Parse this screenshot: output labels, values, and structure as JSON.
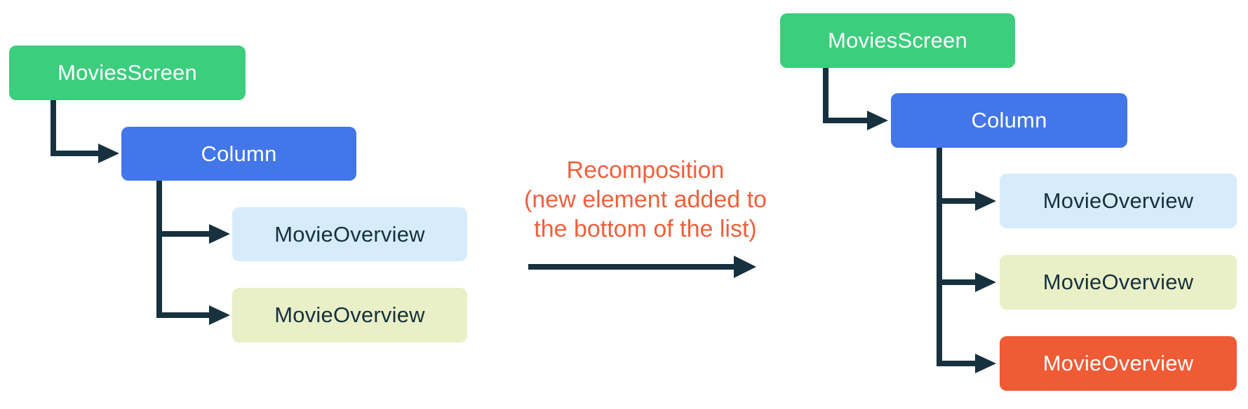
{
  "diagram": {
    "title_hint": "recomposition-tree-diagram",
    "left_tree": {
      "root_label": "MoviesScreen",
      "column_label": "Column",
      "leaves": [
        {
          "label": "MovieOverview",
          "variant": "lightblue"
        },
        {
          "label": "MovieOverview",
          "variant": "paleyellow"
        }
      ]
    },
    "annotation": {
      "line1": "Recomposition",
      "line2": "(new element added to",
      "line3": "the bottom of the list)"
    },
    "right_tree": {
      "root_label": "MoviesScreen",
      "column_label": "Column",
      "leaves": [
        {
          "label": "MovieOverview",
          "variant": "lightblue"
        },
        {
          "label": "MovieOverview",
          "variant": "paleyellow"
        },
        {
          "label": "MovieOverview",
          "variant": "orange"
        }
      ]
    },
    "colors": {
      "green_node": "#3CCE7D",
      "blue_node": "#4376E8",
      "lightblue_node": "#D6ECFA",
      "paleyellow_node": "#E9EFC7",
      "orange_node": "#EE5B35",
      "connector_dark": "#17313E",
      "annotation_orange": "#F0603C",
      "node_text_light": "#FFFFFF",
      "node_text_dark": "#17313E",
      "background": "#FFFFFF"
    }
  }
}
